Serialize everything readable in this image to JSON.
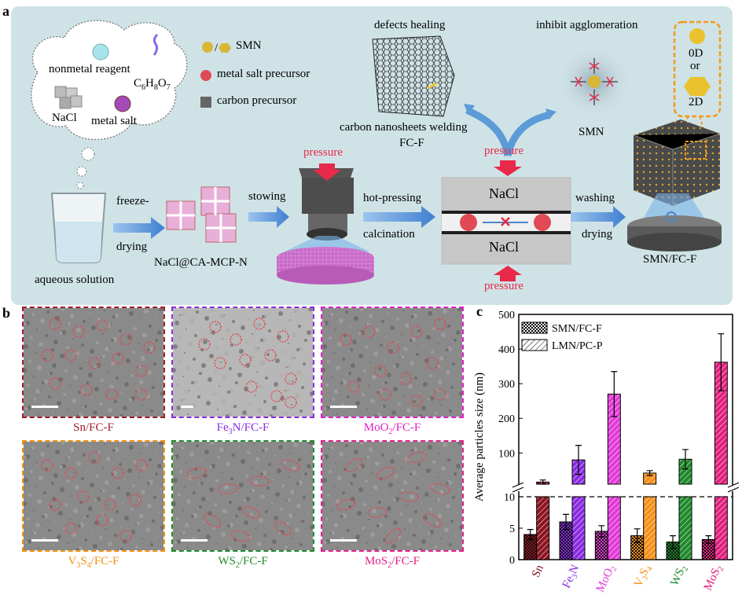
{
  "panel_letters": {
    "a": "a",
    "b": "b",
    "c": "c"
  },
  "panel_a": {
    "cloud": {
      "nonmetal": "nonmetal reagent",
      "citric": "C6H8O7",
      "nacl": "NaCl",
      "metal_salt": "metal salt"
    },
    "legend": {
      "smn": "SMN",
      "metal_salt_precursor": "metal salt precursor",
      "carbon_precursor": "carbon precursor"
    },
    "steps": {
      "aqueous": "aqueous solution",
      "freeze": "freeze-",
      "drying": "drying",
      "nacl_mcp": "NaCl@CA-MCP-N",
      "stowing": "stowing",
      "pressure_top": "pressure",
      "hot_pressing": "hot-pressing",
      "calcination": "calcination",
      "nacl_top": "NaCl",
      "nacl_bottom": "NaCl",
      "pressure_mid": "pressure",
      "pressure_bottom": "pressure",
      "washing": "washing",
      "washing_drying": "drying",
      "smn_fcf": "SMN/FC-F"
    },
    "top": {
      "defects": "defects healing",
      "welding": "carbon nanosheets welding",
      "fcf": "FC-F",
      "inhibit": "inhibit agglomeration",
      "smn": "SMN",
      "zero_d": "0D",
      "or": "or",
      "two_d": "2D"
    },
    "colors": {
      "background": "#cfe3e6",
      "arrow_blue": "#4a86c8",
      "pressure_red": "#e8294a",
      "smn_gold": "#d8b636",
      "precursor_red": "#e04a55",
      "frame_orange": "#f39a1c"
    }
  },
  "panel_b": {
    "tiles": [
      {
        "caption": "Sn/FC-F",
        "color": "#a01c2c"
      },
      {
        "caption": "Fe3N/FC-F",
        "color": "#8a2be2"
      },
      {
        "caption": "MoO2/FC-F",
        "color": "#e020c8"
      },
      {
        "caption": "V3S4/FC-F",
        "color": "#f0900a"
      },
      {
        "caption": "WS2/FC-F",
        "color": "#1f8a2c"
      },
      {
        "caption": "MoS2/FC-F",
        "color": "#e0208a"
      }
    ]
  },
  "chart_data": {
    "type": "bar",
    "ylabel": "Average particles size (nm)",
    "categories": [
      "Sn",
      "Fe3N",
      "MoO2",
      "V3S4",
      "WS2",
      "MoS2"
    ],
    "category_colors": [
      "#8b1420",
      "#8a2be2",
      "#e23ad8",
      "#f5901a",
      "#1f8a2c",
      "#e0207e"
    ],
    "broken_axis": {
      "lower": [
        0,
        10
      ],
      "upper": [
        10,
        500
      ]
    },
    "yticks_lower": [
      0,
      5,
      10
    ],
    "yticks_upper": [
      100,
      200,
      300,
      400,
      500
    ],
    "reference_line": 10,
    "series": [
      {
        "name": "SMN/FC-F",
        "values": [
          4.0,
          6.0,
          4.5,
          3.8,
          2.8,
          3.2
        ],
        "errors": [
          0.8,
          1.2,
          0.9,
          1.1,
          1.0,
          0.6
        ]
      },
      {
        "name": "LMN/PC-P",
        "values": [
          16,
          80,
          270,
          42,
          82,
          362
        ],
        "errors": [
          6,
          42,
          65,
          7,
          28,
          82
        ]
      }
    ]
  }
}
